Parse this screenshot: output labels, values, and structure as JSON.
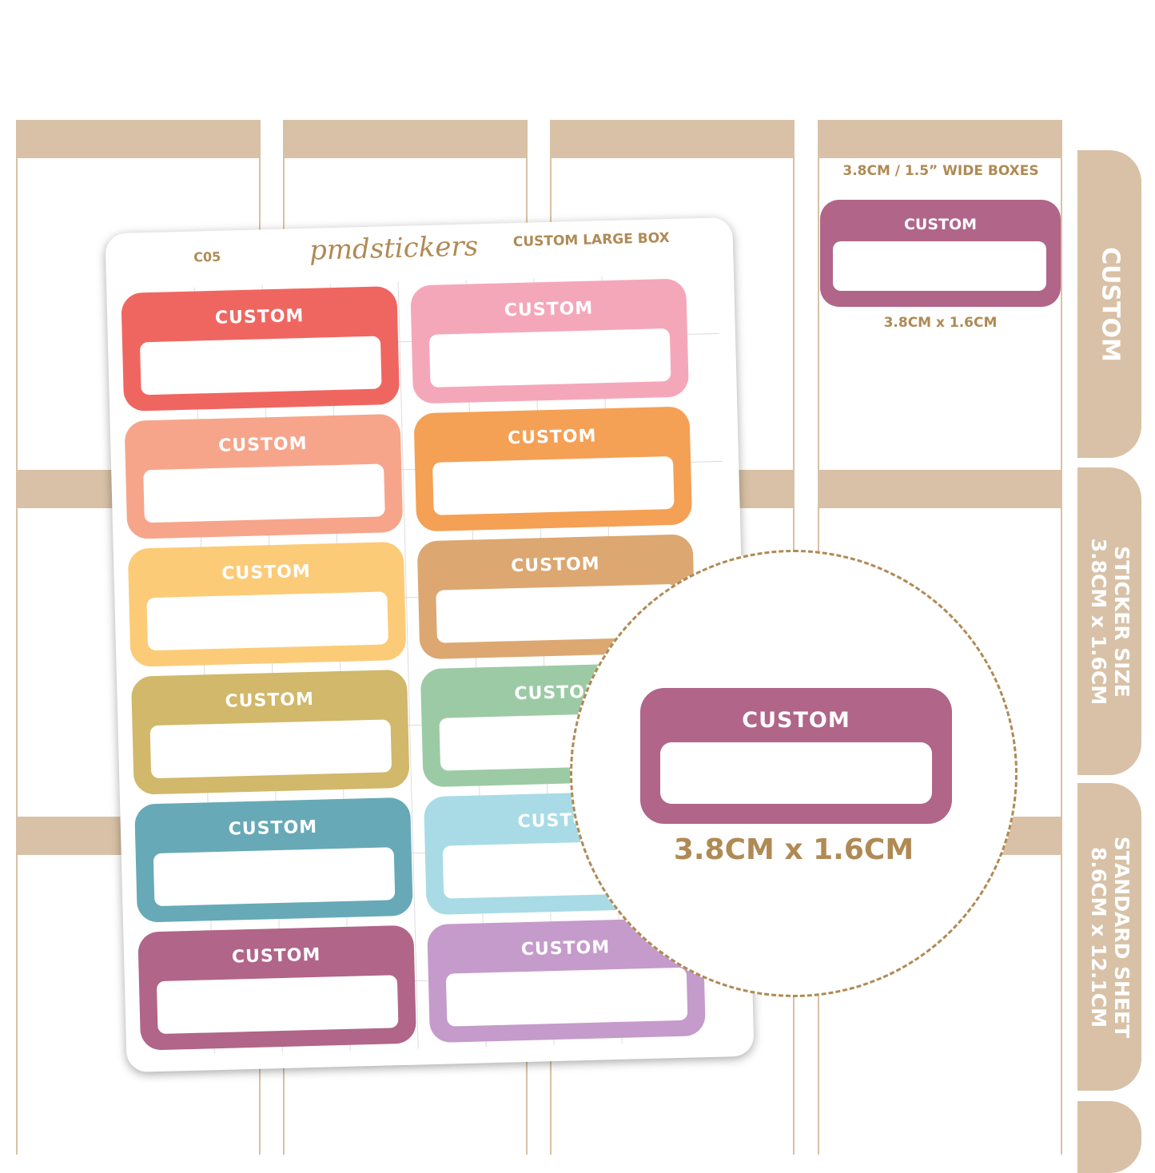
{
  "sheet": {
    "code": "C05",
    "brand": "pmdstickers",
    "title": "CUSTOM LARGE BOX",
    "stickers": [
      {
        "label": "CUSTOM",
        "color": "#ef6661"
      },
      {
        "label": "CUSTOM",
        "color": "#f5a7ba"
      },
      {
        "label": "CUSTOM",
        "color": "#f6a58b"
      },
      {
        "label": "CUSTOM",
        "color": "#f4a055"
      },
      {
        "label": "CUSTOM",
        "color": "#fccb78"
      },
      {
        "label": "CUSTOM",
        "color": "#dca771"
      },
      {
        "label": "CUSTOM",
        "color": "#d1b86a"
      },
      {
        "label": "CUSTOM",
        "color": "#9ccaa5"
      },
      {
        "label": "CUSTOM",
        "color": "#67a9b7"
      },
      {
        "label": "CUSTOM",
        "color": "#a8dbe6"
      },
      {
        "label": "CUSTOM",
        "color": "#b06589"
      },
      {
        "label": "CUSTOM",
        "color": "#c59bcb"
      }
    ]
  },
  "preview": {
    "heading": "3.8CM / 1.5” WIDE BOXES",
    "label": "CUSTOM",
    "size": "3.8CM x 1.6CM",
    "color": "#b06589"
  },
  "zoom": {
    "label": "CUSTOM",
    "size": "3.8CM x 1.6CM",
    "color": "#b06589"
  },
  "tabs": {
    "custom": "CUSTOM",
    "sticker_size_title": "STICKER SIZE",
    "sticker_size_value": "3.8CM x 1.6CM",
    "standard_sheet_title": "STANDARD SHEET",
    "standard_sheet_value": "8.6CM x 12.1CM"
  },
  "colors": {
    "planner_tan": "#d8c1a6",
    "text_tan": "#b08a54"
  }
}
